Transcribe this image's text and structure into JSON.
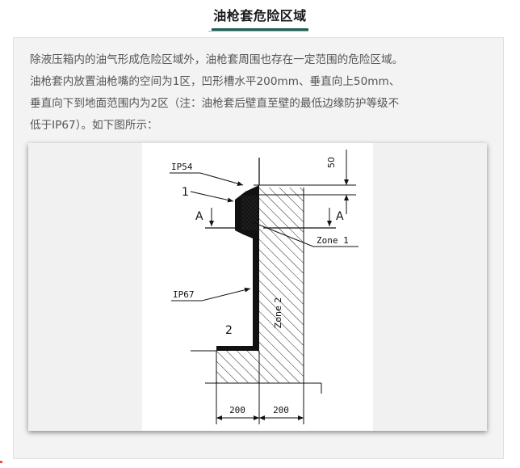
{
  "page": {
    "title": "油枪套危险区域",
    "paragraph_lines": [
      "除液压箱内的油气形成危险区域外，油枪套周围也存在一定范围的危险区域。",
      "油枪套内放置油枪嘴的空间为1区，凹形槽水平200mm、垂直向上50mm、",
      "垂直向下到地面范围内为2区（注：油枪套后壁直至壁的最低边缘防护等级不",
      "低于IP67）。如下图所示："
    ]
  },
  "figure": {
    "labels": {
      "ip54": "IP54",
      "ip67": "IP67",
      "num1": "1",
      "num2": "2",
      "sectionA_left": "A",
      "sectionA_right": "A",
      "zone1": "Zone 1",
      "zone2": "Zone 2",
      "dim_top": "50",
      "dim_left": "200",
      "dim_right": "200"
    }
  }
}
